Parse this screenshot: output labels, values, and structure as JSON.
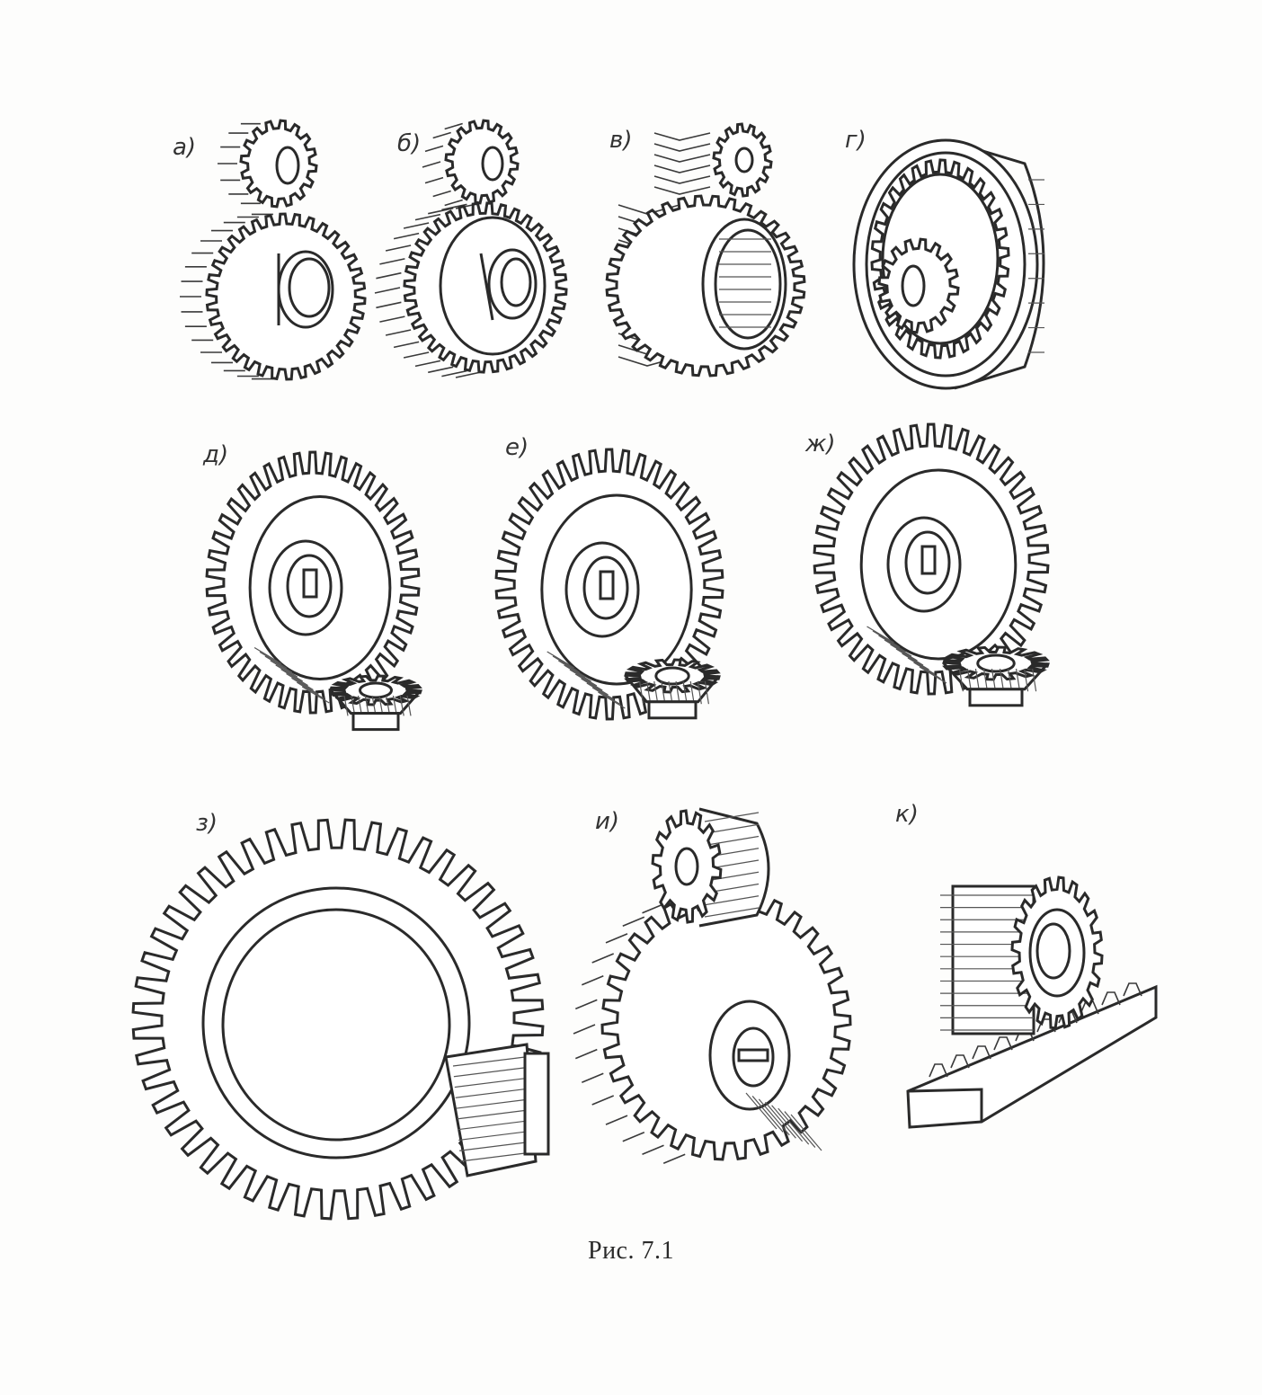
{
  "figure": {
    "caption": "Рис. 7.1",
    "panels": [
      {
        "key": "a",
        "label": "а)",
        "gear_type": "spur-external-pair"
      },
      {
        "key": "b",
        "label": "б)",
        "gear_type": "helical-pair"
      },
      {
        "key": "v",
        "label": "в)",
        "gear_type": "herringbone-pair"
      },
      {
        "key": "g",
        "label": "г)",
        "gear_type": "internal-ring-pair"
      },
      {
        "key": "d",
        "label": "д)",
        "gear_type": "straight-bevel-pair"
      },
      {
        "key": "e",
        "label": "е)",
        "gear_type": "skew-bevel-pair"
      },
      {
        "key": "zh",
        "label": "ж)",
        "gear_type": "spiral-bevel-pair"
      },
      {
        "key": "z",
        "label": "з)",
        "gear_type": "hypoid-pair"
      },
      {
        "key": "i",
        "label": "и)",
        "gear_type": "crossed-helical-pair"
      },
      {
        "key": "k",
        "label": "к)",
        "gear_type": "rack-and-pinion"
      }
    ]
  }
}
